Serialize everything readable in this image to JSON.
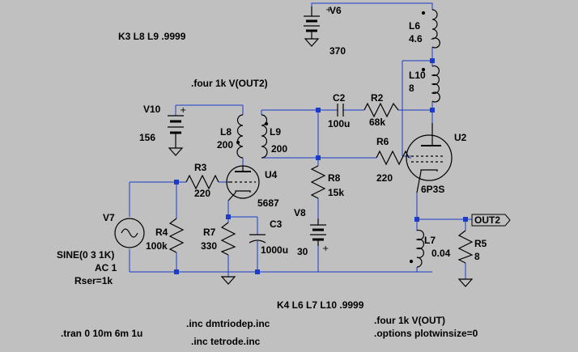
{
  "schematic": {
    "directives": {
      "k1": "K3 L8 L9 .9999",
      "four2": ".four 1k V(OUT2)",
      "k2": "K4 L6 L7 L10 .9999",
      "inc1": ".inc dmtriodep.inc",
      "inc2": ".inc tetrode.inc",
      "tran": ".tran 0 10m 6m 1u",
      "four1": ".four 1k V(OUT)",
      "options": ".options plotwinsize=0"
    },
    "components": {
      "V6": {
        "name": "V6",
        "value": "370"
      },
      "L6": {
        "name": "L6",
        "value": "4.6"
      },
      "L10": {
        "name": "L10",
        "value": "8"
      },
      "V10": {
        "name": "V10",
        "value": "156"
      },
      "L8": {
        "name": "L8",
        "value": "200"
      },
      "L9": {
        "name": "L9",
        "value": "200"
      },
      "C2": {
        "name": "C2",
        "value": "100u"
      },
      "R2": {
        "name": "R2",
        "value": "68k"
      },
      "U2": {
        "name": "U2",
        "value": "6P3S"
      },
      "R6": {
        "name": "R6",
        "value": "220"
      },
      "R3": {
        "name": "R3",
        "value": "220"
      },
      "U4": {
        "name": "U4",
        "value": "5687"
      },
      "R8": {
        "name": "R8",
        "value": "15k"
      },
      "V8": {
        "name": "V8",
        "value": "30"
      },
      "V7": {
        "name": "V7",
        "value": "SINE(0 3 1K)",
        "ac": "AC 1",
        "rser": "Rser=1k"
      },
      "R4": {
        "name": "R4",
        "value": "100k"
      },
      "R7": {
        "name": "R7",
        "value": "330"
      },
      "C3": {
        "name": "C3",
        "value": "1000u"
      },
      "L7": {
        "name": "L7",
        "value": "0.04"
      },
      "R5": {
        "name": "R5",
        "value": "8"
      }
    },
    "net_labels": {
      "out2": "OUT2"
    },
    "colors": {
      "background": "#c0c0c0",
      "wire": "#1a3cc8",
      "component": "#000000",
      "junction": "#1a3cc8"
    }
  }
}
